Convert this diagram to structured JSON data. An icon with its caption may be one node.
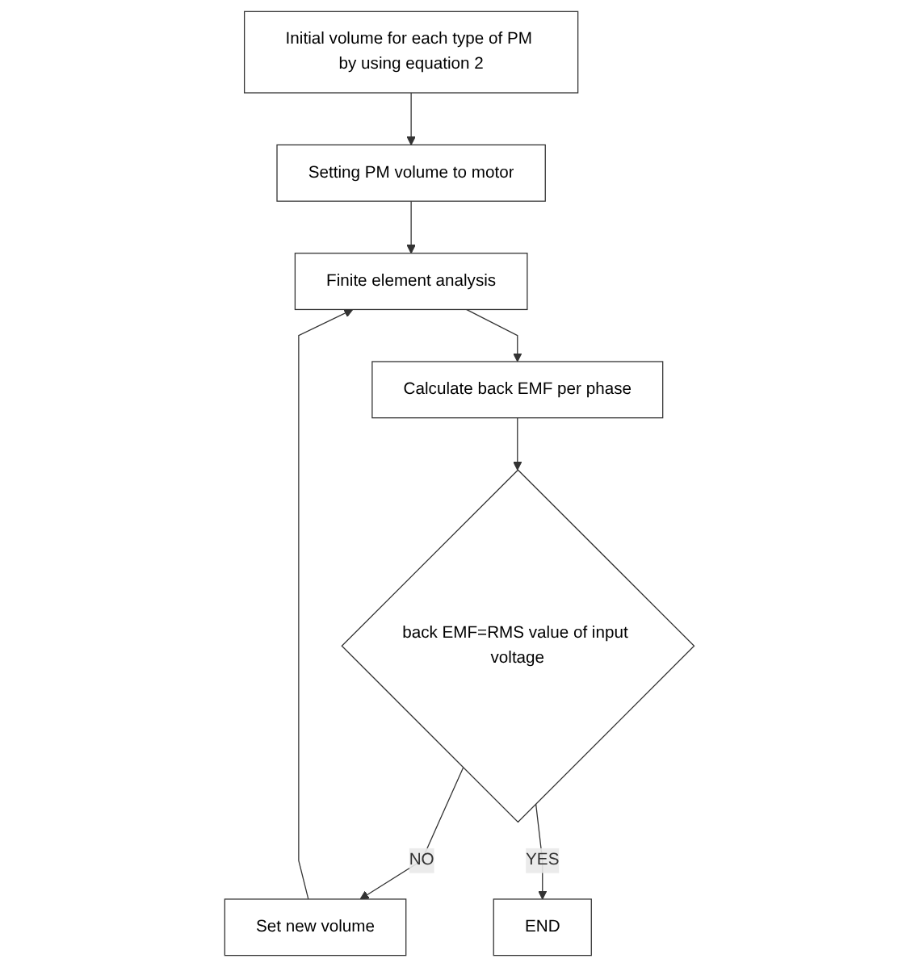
{
  "diagram": {
    "nodes": [
      {
        "text": [
          "Initial volume for each type of PM by using equation 2"
        ]
      },
      {
        "text": [
          "Setting PM volume to motor"
        ]
      },
      {
        "text": [
          "Finite element analysis"
        ]
      },
      {
        "text": [
          "Calculate back EMF per phase"
        ]
      },
      {
        "text": [
          "back EMF=RMS value of input voltage"
        ]
      },
      {
        "text": [
          "Set new volume"
        ]
      },
      {
        "text": [
          "END"
        ]
      }
    ],
    "edges": [
      {
        "from": 0,
        "to": 1,
        "arrow": "to"
      },
      {
        "from": 1,
        "to": 2,
        "arrow": "to"
      },
      {
        "from": 2,
        "to": 3,
        "arrow": "to"
      },
      {
        "from": 3,
        "to": 4,
        "arrow": "to"
      },
      {
        "from": 4,
        "to": 5,
        "arrow": "to",
        "label": "NO"
      },
      {
        "from": 5,
        "to": 2,
        "arrow": "to"
      },
      {
        "from": 4,
        "to": 6,
        "arrow": "to",
        "label": "YES"
      }
    ]
  }
}
